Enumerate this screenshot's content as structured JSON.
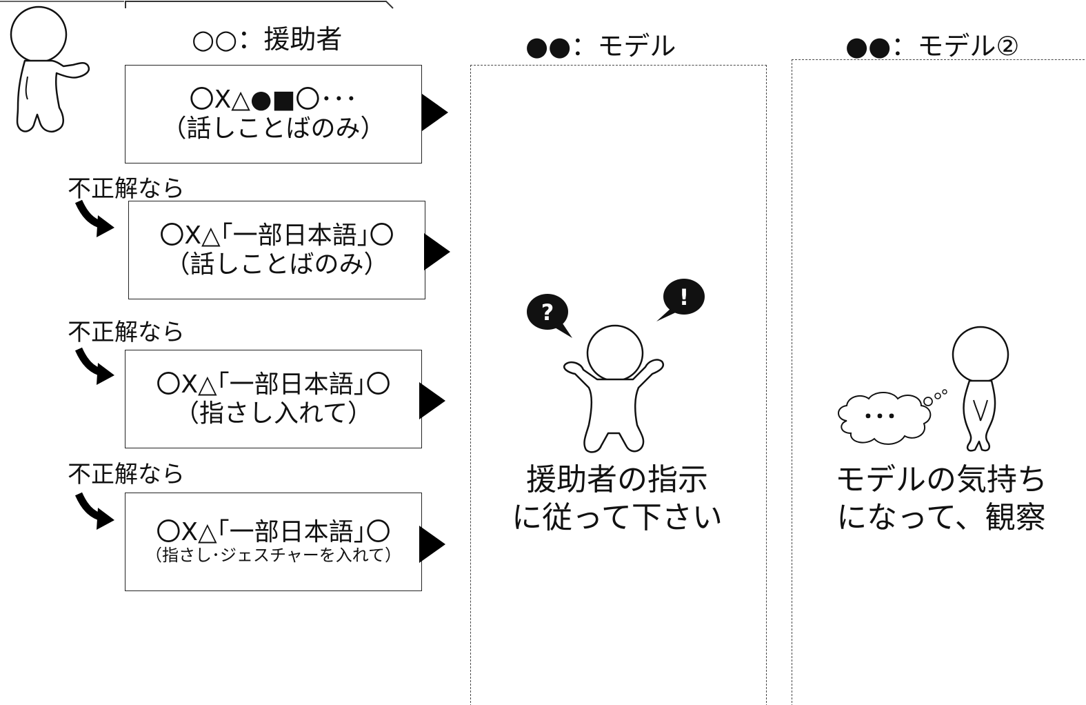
{
  "helper": {
    "title": "○○：援助者",
    "steps": [
      {
        "line1": "〇X△●■〇･･･",
        "line2": "（話しことばのみ）"
      },
      {
        "condition": "不正解なら",
        "line1": "〇X△｢一部日本語｣〇",
        "line2": "（話しことばのみ）"
      },
      {
        "condition": "不正解なら",
        "line1": "〇X△｢一部日本語｣〇",
        "line2": "（指さし入れて）"
      },
      {
        "condition": "不正解なら",
        "line1": "〇X△｢一部日本語｣〇",
        "line2": "（指さし･ジェスチャーを入れて）"
      }
    ]
  },
  "model1": {
    "title": "●●：モデル",
    "caption_lines": [
      "援助者の指示",
      "に従って下さい"
    ]
  },
  "model2": {
    "title": "●●：モデル②",
    "caption_lines": [
      "モデルの気持ち",
      "になって、観察"
    ],
    "thought_text": "･･･"
  },
  "icons": {
    "question_bubble": "?",
    "exclaim_bubble": "!"
  }
}
